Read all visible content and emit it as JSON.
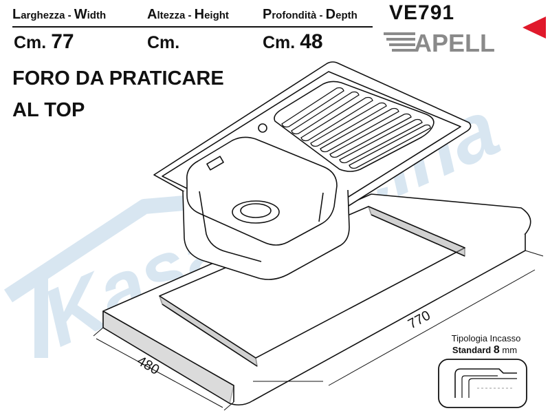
{
  "header": {
    "width_label_parts": [
      "L",
      "arghezza - ",
      "W",
      "idth"
    ],
    "height_label_parts": [
      "A",
      "ltezza - ",
      "H",
      "eight"
    ],
    "depth_label_parts": [
      "P",
      "rofondità - ",
      "D",
      "epth"
    ],
    "width_value": {
      "unit": "Cm.",
      "number": "77"
    },
    "height_value": {
      "unit": "Cm.",
      "number": ""
    },
    "depth_value": {
      "unit": "Cm.",
      "number": "48"
    },
    "model": "VE791",
    "brand": "APELL",
    "accent_color": "#e0192b"
  },
  "heading": {
    "line1": "FORO DA PRATICARE",
    "line2": "AL TOP"
  },
  "dimensions": {
    "length": "770",
    "depth": "480"
  },
  "installation": {
    "title": "Tipologia Incasso",
    "type_label": "Standard",
    "thickness": "8",
    "unit": "mm"
  },
  "watermark": {
    "text": "Kasa Cucina",
    "color": "#b9d3e6"
  }
}
